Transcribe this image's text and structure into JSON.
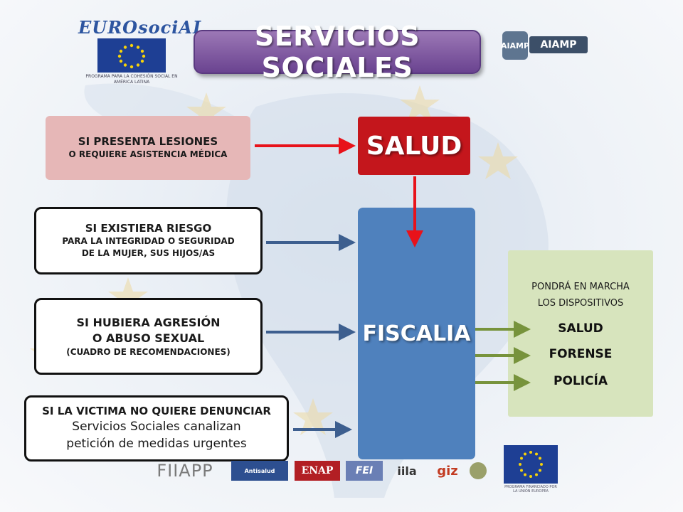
{
  "header": {
    "title": "SERVICIOS SOCIALES",
    "left_logo": {
      "wordmark": "EUROsociAL",
      "caption": "PROGRAMA PARA LA COHESIÓN SOCIAL EN AMÉRICA LATINA",
      "icon": "eu-flag-icon"
    },
    "right_logo": {
      "wordmark": "AIAMP",
      "emblem_text": "AIAMP",
      "icon": "aiamp-emblem-icon"
    }
  },
  "conditions": [
    {
      "heading": "SI PRESENTA LESIONES",
      "sub": "O REQUIERE ASISTENCIA MÉDICA"
    },
    {
      "heading": "SI EXISTIERA RIESGO",
      "sub_1": "PARA LA INTEGRIDAD O SEGURIDAD",
      "sub_2": "DE LA MUJER, SUS HIJOS/AS"
    },
    {
      "heading_1": "SI HUBIERA AGRESIÓN",
      "heading_2": "O ABUSO SEXUAL",
      "sub": "(CUADRO DE RECOMENDACIONES)"
    },
    {
      "heading": "SI LA VICTIMA NO QUIERE DENUNCIAR",
      "body_1": "Servicios Sociales canalizan",
      "body_2": "petición de medidas urgentes"
    }
  ],
  "nodes": {
    "salud": "SALUD",
    "fiscalia": "FISCALIA"
  },
  "devices": {
    "intro_1": "PONDRÁ EN MARCHA",
    "intro_2": "LOS DISPOSITIVOS",
    "items": [
      "SALUD",
      "FORENSE",
      "POLICÍA"
    ]
  },
  "footer_logos": {
    "fiiapp": "FIIAPP",
    "antisalud": "Antisalud",
    "enap": "ENAP",
    "fei": "FEI",
    "iila": "iila",
    "giz": "giz",
    "eu_caption": "PROGRAMA FINANCIADO POR LA UNIÓN EUROPEA"
  },
  "colors": {
    "title_purple": "#7b52a3",
    "salud_red": "#c4161c",
    "fiscalia_blue": "#4f81bd",
    "devices_green": "#d7e4bd",
    "arrow_red": "#e8121a",
    "arrow_blue": "#3d5f8f",
    "arrow_green": "#77933c",
    "lesiones_pink": "#e6b7b7"
  }
}
